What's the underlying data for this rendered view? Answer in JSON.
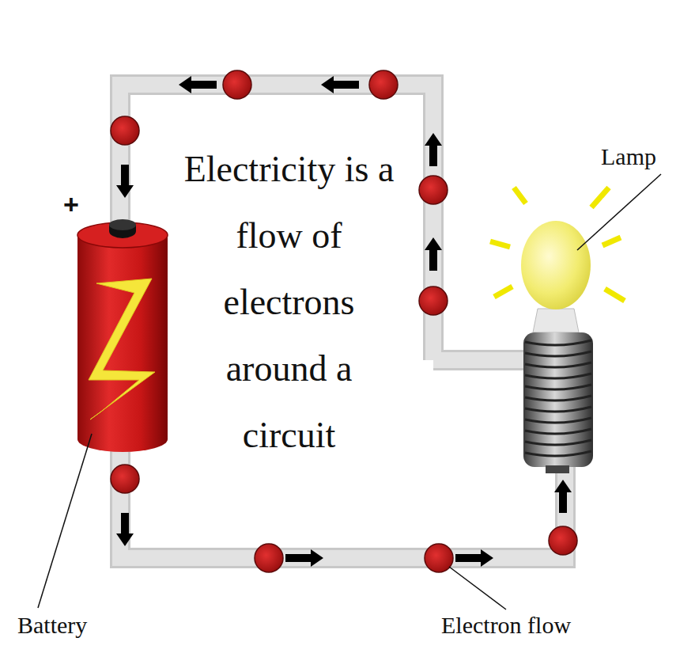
{
  "diagram": {
    "labels": [
      "+",
      "Electricity is a flow of electrons around a circuit",
      "Lamp",
      "Battery",
      "Electron flow"
    ]
  }
}
